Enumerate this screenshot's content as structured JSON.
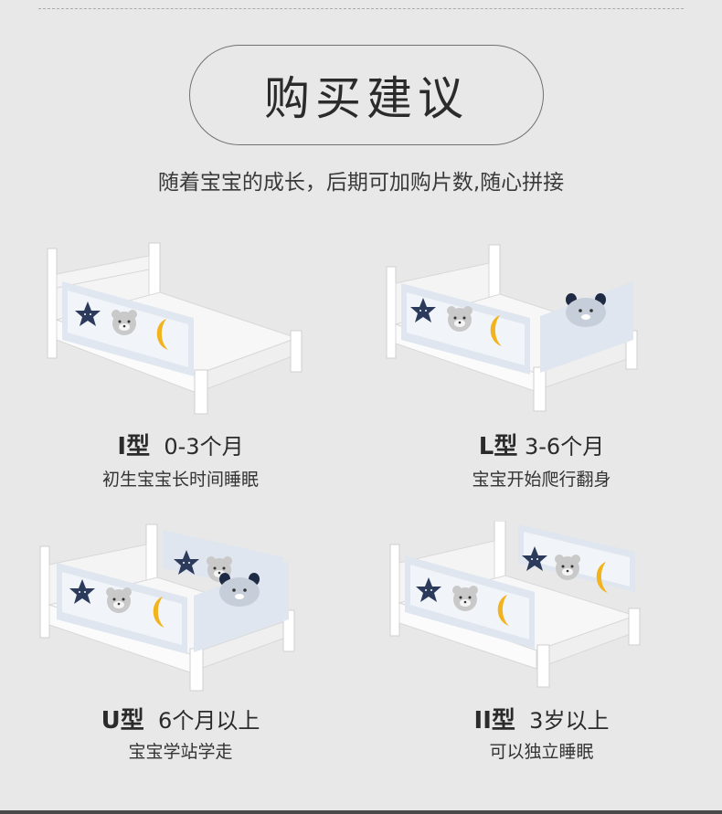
{
  "header": {
    "title": "购买建议",
    "subtitle": "随着宝宝的成长，后期可加购片数,随心拼接"
  },
  "options": [
    {
      "type_letter": "I型",
      "type_age": "0-3个月",
      "description": "初生宝宝长时间睡眠"
    },
    {
      "type_letter": "L型",
      "type_age": "3-6个月",
      "description": "宝宝开始爬行翻身"
    },
    {
      "type_letter": "U型",
      "type_age": "6个月以上",
      "description": "宝宝学站学走"
    },
    {
      "type_letter": "II型",
      "type_age": "3岁以上",
      "description": "可以独立睡眠"
    }
  ],
  "colors": {
    "background": "#e8e8e8",
    "rail_frame": "#dfe6ef",
    "star": "#2c3a5c",
    "moon": "#f2b31d",
    "bed_frame": "#ffffff"
  },
  "icons": [
    "star-icon",
    "bear-face-icon",
    "moon-icon",
    "bear-face-large-icon"
  ]
}
